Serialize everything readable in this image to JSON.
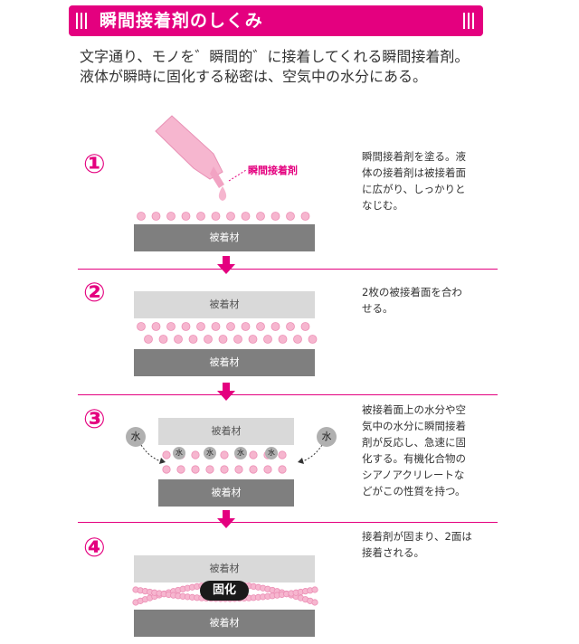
{
  "title": "瞬間接着剤のしくみ",
  "intro": [
    "文字通り、モノを゛瞬間的゛に接着してくれる瞬間接着剤。",
    "液体が瞬時に固化する秘密は、空気中の水分にある。"
  ],
  "colors": {
    "accent": "#e4007f",
    "plate_dark": "#7f7f7f",
    "plate_light": "#d9d9d9",
    "droplet": "#f6b6cf",
    "water": "#b0b0b0"
  },
  "steps": [
    {
      "number": "①",
      "description": [
        "瞬間接着剤を塗る。液",
        "体の接着剤は被接着面",
        "に広がり、しっかりと",
        "なじむ。"
      ],
      "plates": [
        "被着材"
      ],
      "drop_label": "瞬間接着剤"
    },
    {
      "number": "②",
      "description": [
        "2枚の被接着面を合わ",
        "せる。"
      ],
      "plates": [
        "被着材",
        "被着材"
      ]
    },
    {
      "number": "③",
      "description": [
        "被接着面上の水分や空",
        "気中の水分に瞬間接着",
        "剤が反応し、急速に固",
        "化する。有機化合物の",
        "シアノアクリレートな",
        "どがこの性質を持つ。"
      ],
      "plates": [
        "被着材",
        "被着材"
      ],
      "water_label": "水"
    },
    {
      "number": "④",
      "description": [
        "接着剤が固まり、2面は",
        "接着される。"
      ],
      "plates": [
        "被着材",
        "被着材"
      ],
      "cure_label": "固化"
    }
  ]
}
